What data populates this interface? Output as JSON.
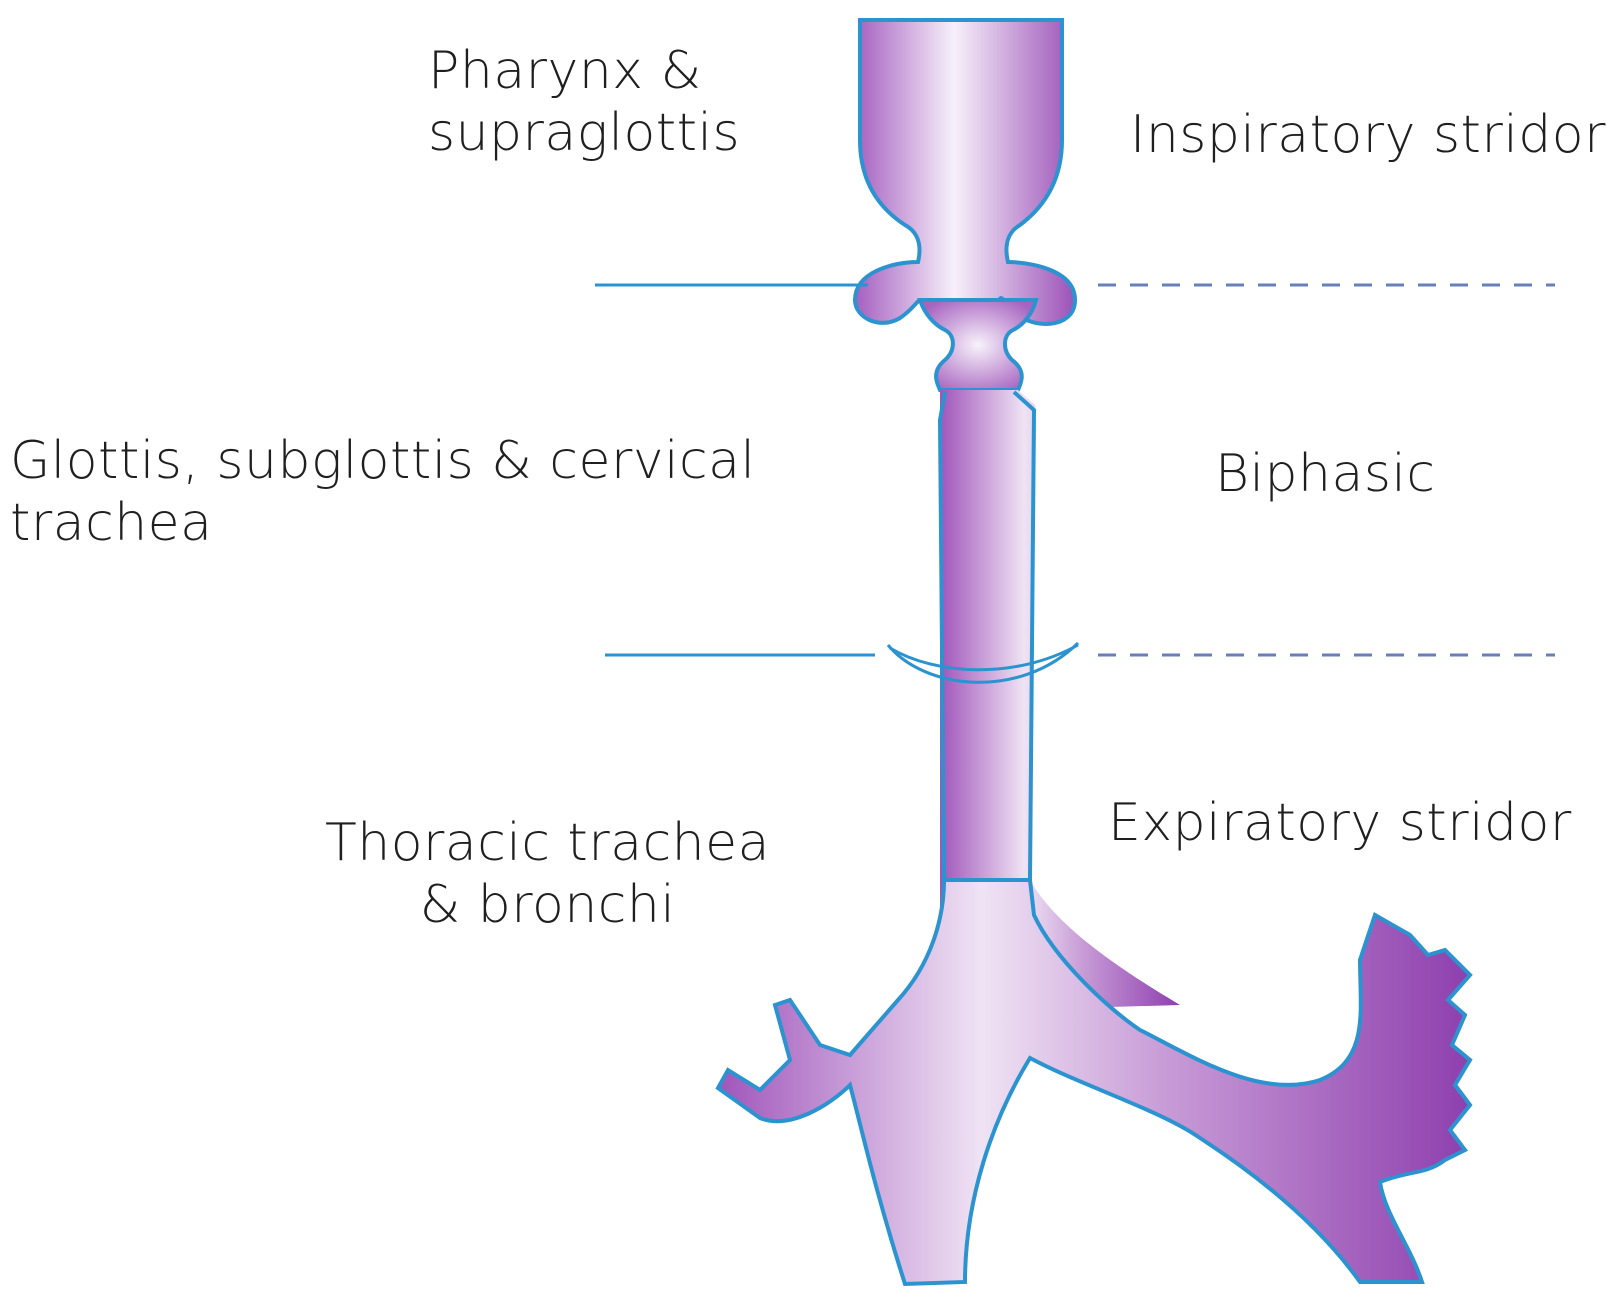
{
  "regions": {
    "pharynx": "Pharynx &\nsupraglottis",
    "glottis": "Glottis, subglottis & cervical\ntrachea",
    "thoracic": "Thoracic trachea\n& bronchi"
  },
  "stridor": {
    "inspiratory": "Inspiratory stridor",
    "biphasic": "Biphasic",
    "expiratory": "Expiratory stridor"
  },
  "colors": {
    "airway_fill": "#9a4fb5",
    "airway_light": "#f2e9f6",
    "outline": "#2b93cf",
    "dashed_line": "#6a7fb8",
    "text": "#1f1f1f"
  }
}
